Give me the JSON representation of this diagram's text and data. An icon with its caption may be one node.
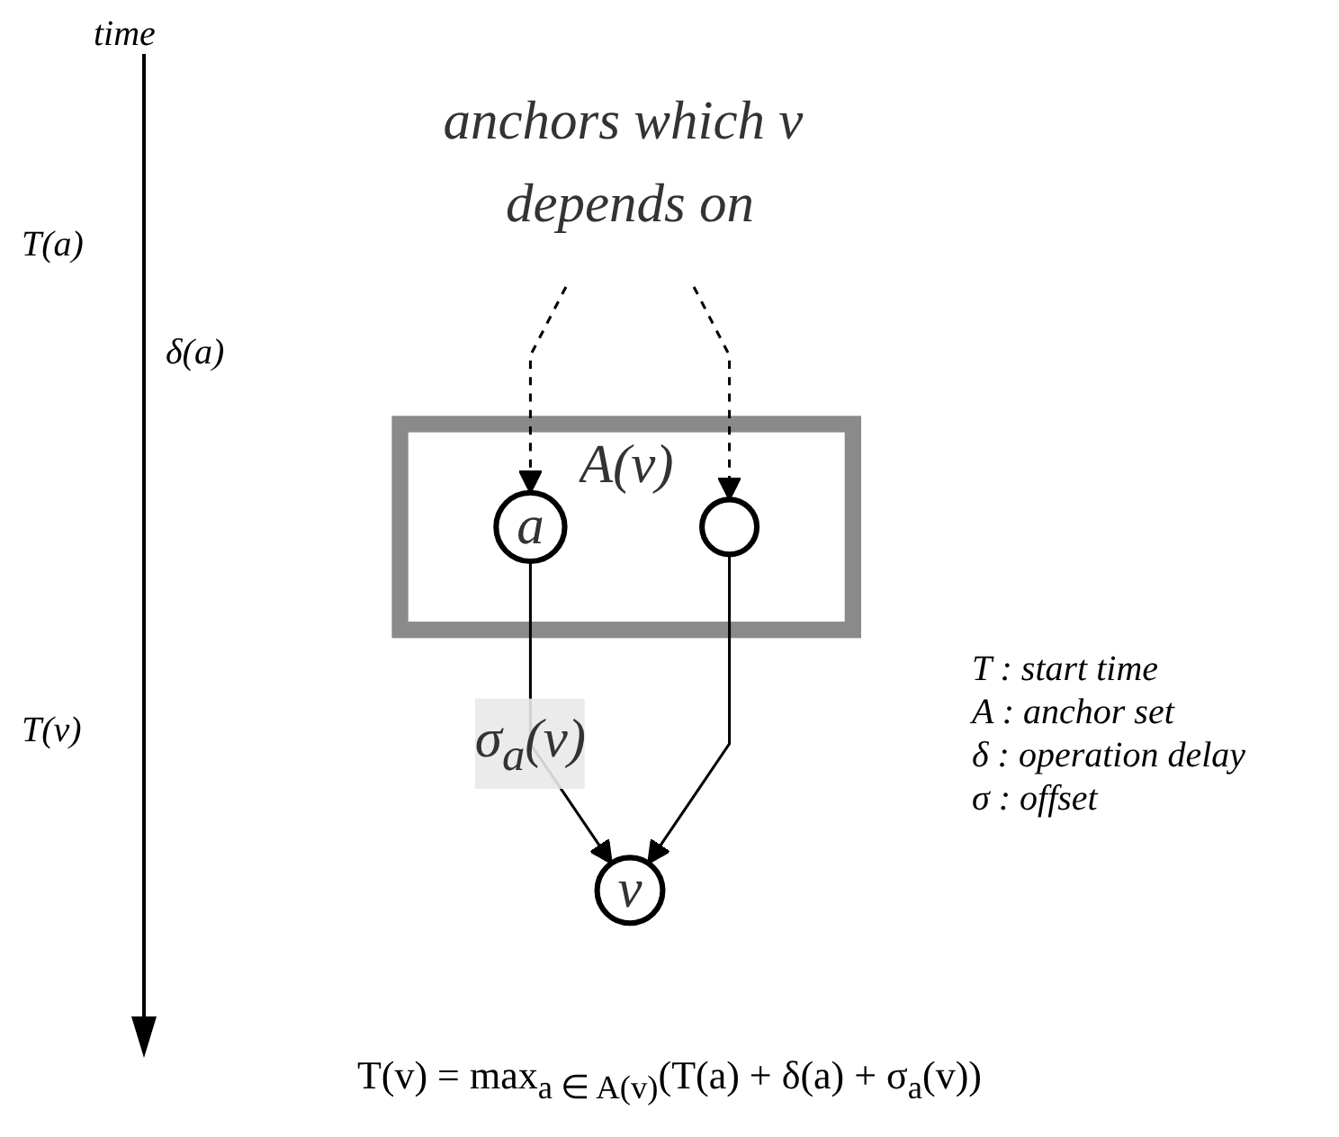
{
  "diagram": {
    "caption": "T(v) = max$_{a ∈ A(v)}$(T(a) + δ(a) + σ$_{a}$(v))",
    "nodes": [
      {
        "text": [
          "A(v)"
        ]
      },
      {
        "text": [
          "a"
        ],
        "in": 0
      },
      {
        "text": [],
        "shape": "circle",
        "in": 0
      },
      {
        "text": [
          "v"
        ]
      },
      {
        "text": [
          "anchors which v depends on"
        ]
      }
    ],
    "edges": [
      {
        "from": 4,
        "to": 1,
        "arrow": "to",
        "style": "dashed"
      },
      {
        "from": 4,
        "to": 2,
        "arrow": "to",
        "style": "dashed"
      },
      {
        "from": 1,
        "to": 3,
        "arrow": "to",
        "label": "σ$_{a}$(v)"
      },
      {
        "from": 2,
        "to": 3,
        "arrow": "to"
      }
    ],
    "labels": [
      "time",
      "T(a)",
      "δ(a)",
      "T(v)",
      "T : start time",
      "A : anchor set",
      "δ : operation delay",
      "σ : offset"
    ]
  }
}
